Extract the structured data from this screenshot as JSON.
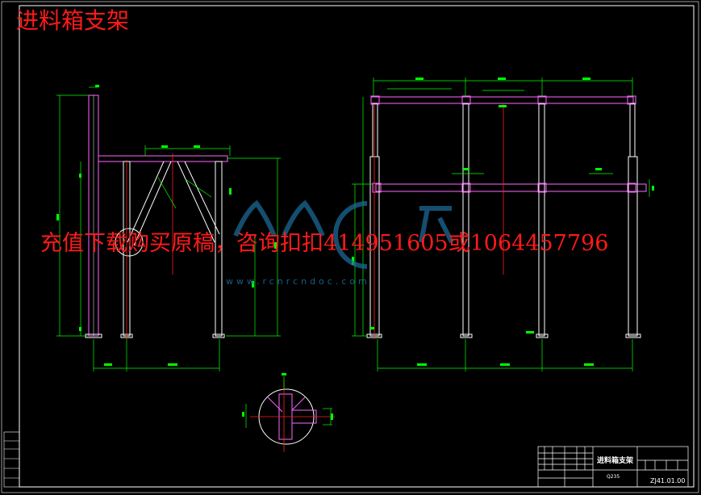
{
  "drawing": {
    "title": "进料箱支架",
    "sheet_tag": "",
    "watermark_ad": "充值下载购买原稿，咨询扣扣414951605或1064457796",
    "watermark_url": "www.rcnrcndoc.com",
    "title_block": {
      "name": "进料箱支架",
      "material": "Q235",
      "drawing_code": "ZJ41.01.00"
    },
    "colors": {
      "background": "#000000",
      "frame": "#ffffff",
      "dimension": "#00ff00",
      "member": "#ff66ff",
      "centerline": "#ff2020",
      "outline": "#ffffff",
      "watermark": "#1d6fa0"
    }
  }
}
